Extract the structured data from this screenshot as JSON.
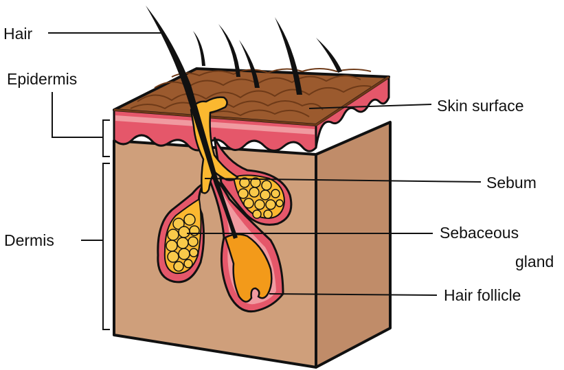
{
  "labels": {
    "hair": "Hair",
    "epidermis": "Epidermis",
    "dermis": "Dermis",
    "skin_surface": "Skin surface",
    "sebum": "Sebum",
    "sebaceous_gland_line1": "Sebaceous",
    "sebaceous_gland_line2": "gland",
    "hair_follicle": "Hair follicle"
  },
  "colors": {
    "surface": "#9b5a2e",
    "surface_dark": "#6e3a18",
    "epidermis": "#e5576a",
    "epidermis_light": "#f09aa0",
    "dermis": "#cf9f7b",
    "dermis_side": "#c08c69",
    "sebum": "#fbb830",
    "gland_cell": "#f9c94a",
    "follicle": "#f39a1a",
    "hair": "#111111"
  }
}
